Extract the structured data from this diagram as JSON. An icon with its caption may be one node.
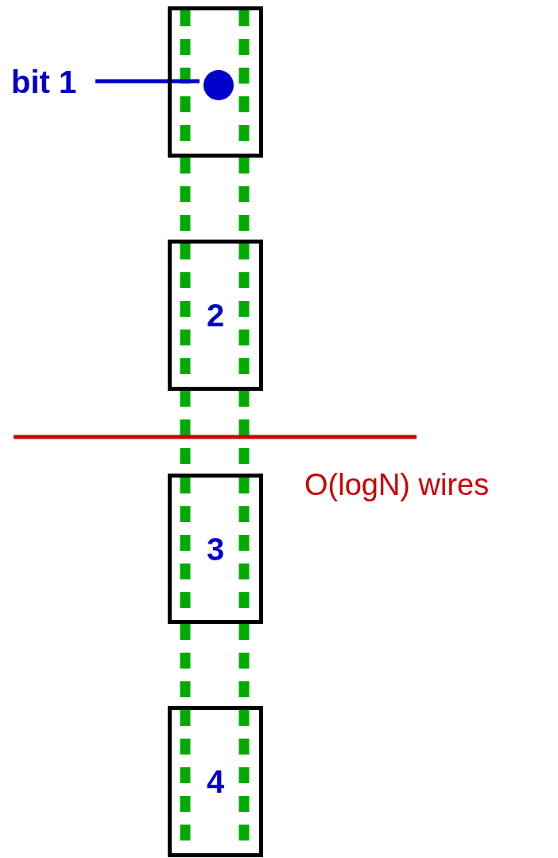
{
  "diagram": {
    "nodes": [
      {
        "text": [],
        "shape": "box"
      },
      {
        "text": [],
        "shape": "circle",
        "in": 0
      },
      {
        "text": [
          "bit 1"
        ]
      },
      {
        "text": [
          "2"
        ]
      },
      {
        "text": [
          "3"
        ]
      },
      {
        "text": [
          "4"
        ]
      }
    ],
    "edges": [
      {
        "from": 2,
        "to": 1,
        "arrow": "none",
        "color": "#0000cc"
      },
      {
        "from": 0,
        "to": 3,
        "arrow": "none",
        "style": "dashed"
      },
      {
        "from": 0,
        "to": 3,
        "arrow": "none",
        "style": "dashed"
      },
      {
        "from": 3,
        "to": 4,
        "arrow": "none",
        "style": "dashed"
      },
      {
        "from": 3,
        "to": 4,
        "arrow": "none",
        "style": "dashed"
      },
      {
        "from": 4,
        "to": 5,
        "arrow": "none",
        "style": "dashed"
      },
      {
        "from": 4,
        "to": 5,
        "arrow": "none",
        "style": "dashed"
      }
    ],
    "labels": [
      "O(logN) wires"
    ]
  }
}
